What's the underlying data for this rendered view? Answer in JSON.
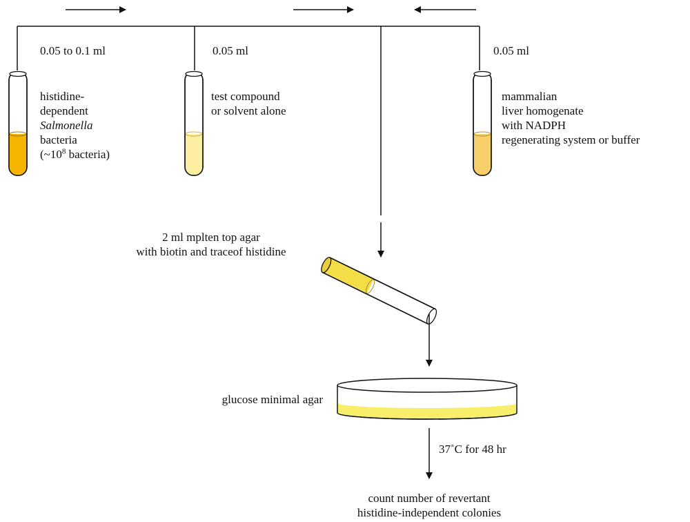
{
  "volumes": {
    "bacteria": "0.05 to 0.1 ml",
    "compound": "0.05 ml",
    "liver": "0.05 ml"
  },
  "bacteria_label": {
    "line1": "histidine-",
    "line2": "dependent",
    "line3": "Salmonella",
    "line4": "bacteria",
    "line5_prefix": "(~10",
    "line5_sup": "8",
    "line5_suffix": " bacteria)"
  },
  "compound_label": {
    "line1": "test compound",
    "line2": "or solvent alone"
  },
  "liver_label": {
    "line1": "mammalian",
    "line2": "liver homogenate",
    "line3": "with NADPH",
    "line4": "regenerating system or buffer"
  },
  "top_agar_label": {
    "line1": "2 ml mplten top agar",
    "line2": "with biotin and traceof histidine"
  },
  "plate_label": "glucose minimal agar",
  "incubation_label": "37˚C for 48 hr",
  "result_label": {
    "line1": "count number of revertant",
    "line2": "histidine-independent colonies"
  },
  "colors": {
    "bacteria_fill": "#f5b400",
    "compound_fill": "#fbeea0",
    "liver_fill": "#f7cf68",
    "top_agar_fill": "#f3de48",
    "plate_agar_fill": "#f7ee6a",
    "line": "#111111"
  }
}
